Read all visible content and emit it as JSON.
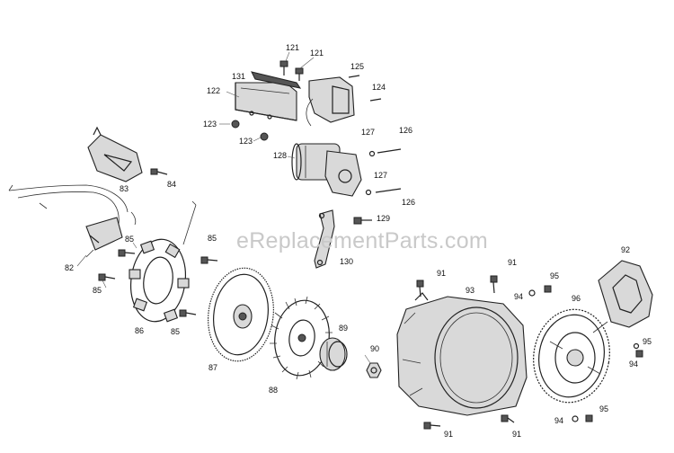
{
  "watermark": "eReplacementParts.com",
  "callouts": {
    "p121a": "121",
    "p121b": "121",
    "p125": "125",
    "p131": "131",
    "p124": "124",
    "p122": "122",
    "p123a": "123",
    "p123b": "123",
    "p127a": "127",
    "p126a": "126",
    "p128": "128",
    "p127b": "127",
    "p126b": "126",
    "p83": "83",
    "p84": "84",
    "p129": "129",
    "p130": "130",
    "p85a": "85",
    "p85b": "85",
    "p85c": "85",
    "p85d": "85",
    "p82": "82",
    "p86": "86",
    "p87": "87",
    "p88": "88",
    "p89": "89",
    "p90": "90",
    "p91a": "91",
    "p91b": "91",
    "p91c": "91",
    "p91d": "91",
    "p93": "93",
    "p92": "92",
    "p95a": "95",
    "p95b": "95",
    "p95c": "95",
    "p94a": "94",
    "p94b": "94",
    "p94c": "94",
    "p96": "96"
  }
}
